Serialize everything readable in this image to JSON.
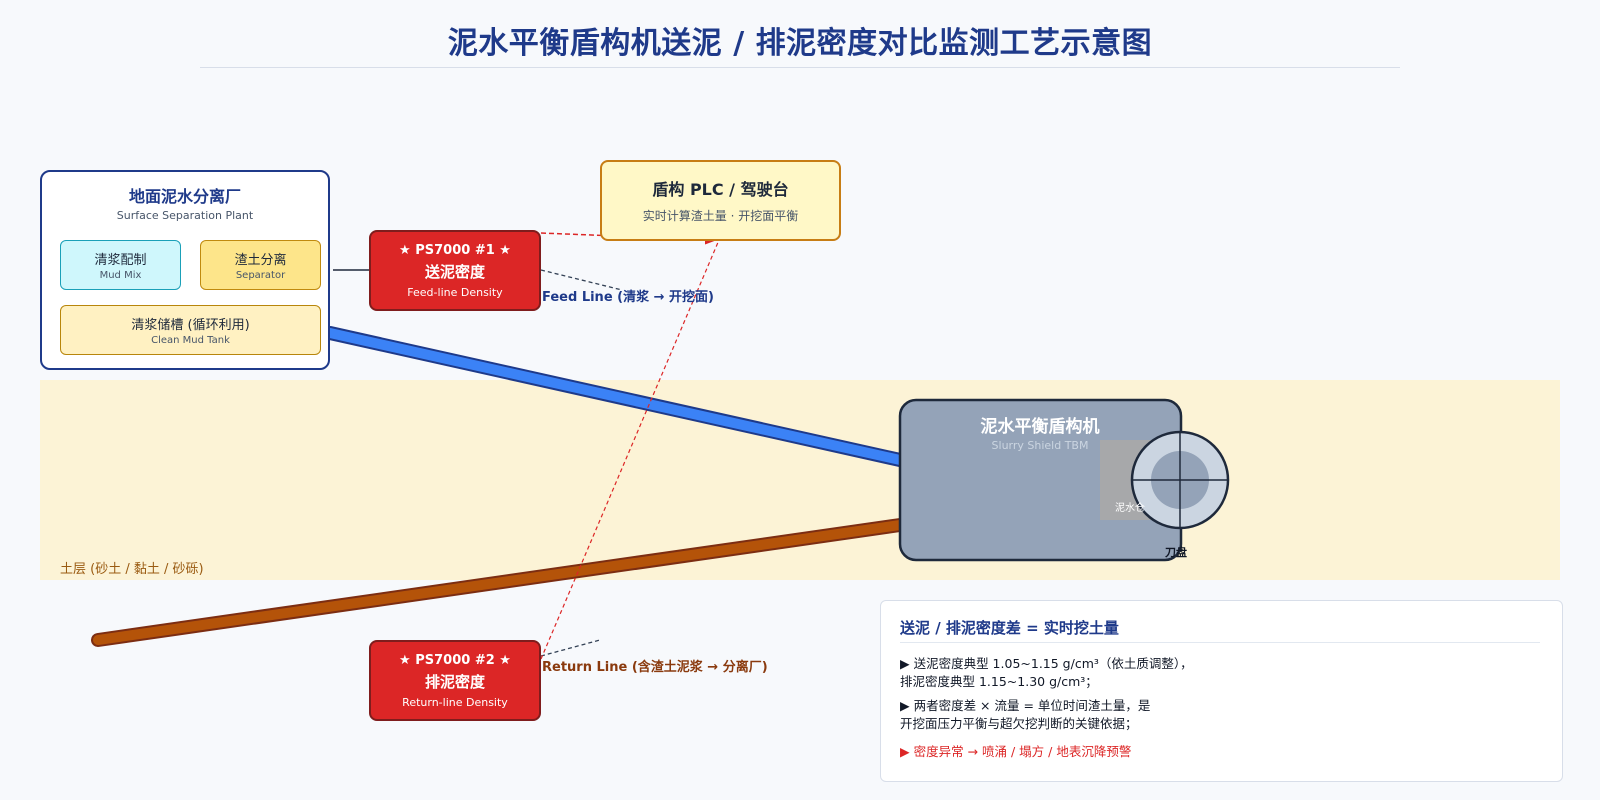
{
  "title": "泥水平衡盾构机送泥 / 排泥密度对比监测工艺示意图",
  "soil": {
    "label": "土层 (砂土 / 黏土 / 砂砾)"
  },
  "plant": {
    "title": "地面泥水分离厂",
    "subtitle": "Surface Separation Plant",
    "mud_mix": {
      "label": "清浆配制",
      "en": "Mud Mix"
    },
    "separator": {
      "label": "渣土分离",
      "en": "Separator"
    },
    "tank": {
      "label": "清浆储槽 (循环利用)",
      "en": "Clean Mud Tank"
    }
  },
  "plc": {
    "title": "盾构 PLC / 驾驶台",
    "subtitle": "实时计算渣土量 · 开挖面平衡"
  },
  "sensor_feed": {
    "id": "★ PS7000 #1 ★",
    "name": "送泥密度",
    "en": "Feed-line Density"
  },
  "sensor_return": {
    "id": "★ PS7000 #2 ★",
    "name": "排泥密度",
    "en": "Return-line Density"
  },
  "feed_label": "Feed Line (清浆 → 开挖面)",
  "return_label": "Return Line (含渣土泥浆 → 分离厂)",
  "tbm": {
    "title": "泥水平衡盾构机",
    "subtitle": "Slurry Shield TBM",
    "chamber": "泥水仓",
    "cutterhead": "刀盘"
  },
  "note": {
    "title": "送泥 / 排泥密度差 = 实时挖土量",
    "line1": "▶ 送泥密度典型 1.05~1.15 g/cm³（依土质调整），",
    "line2": "排泥密度典型 1.15~1.30 g/cm³；",
    "line3": "▶ 两者密度差 × 流量 = 单位时间渣土量，是",
    "line4": "开挖面压力平衡与超欠挖判断的关键依据；",
    "warning": "▶ 密度异常 → 喷涌 / 塌方 / 地表沉降预警"
  },
  "colors": {
    "title": "#1f3a8a",
    "feed_pipe": "#3b82f6",
    "return_pipe": "#b45309",
    "sensor": "#dc2626",
    "signal": "#dc2626",
    "tbm_body": "#94a3b8",
    "soil": "#fcf3d6"
  }
}
